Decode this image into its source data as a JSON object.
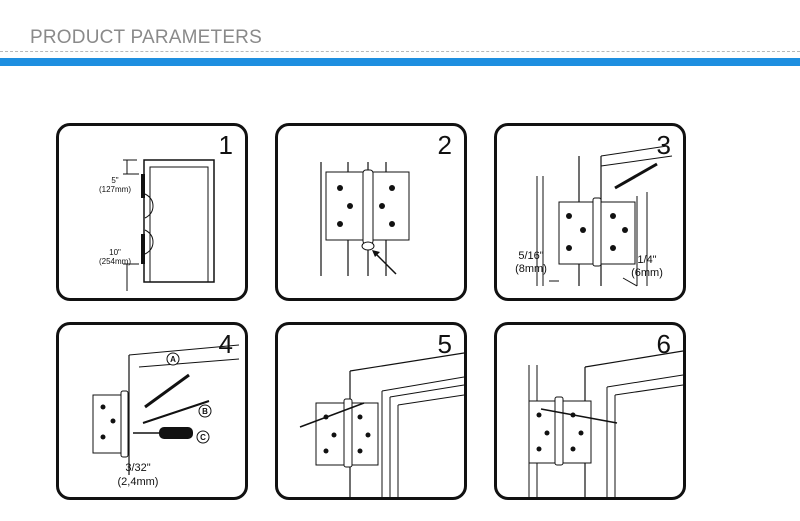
{
  "header": {
    "title": "PRODUCT PARAMETERS"
  },
  "colors": {
    "accent": "#1e8fe0",
    "line": "#111111",
    "title_gray": "#8a8a8a"
  },
  "steps": [
    {
      "number": "1",
      "dim_top": "5\"",
      "dim_top_mm": "(127mm)",
      "dim_bottom": "10\"",
      "dim_bottom_mm": "(254mm)"
    },
    {
      "number": "2"
    },
    {
      "number": "3",
      "dim_left": "5/16\"",
      "dim_left_mm": "(8mm)",
      "dim_right": "1/4\"",
      "dim_right_mm": "(6mm)"
    },
    {
      "number": "4",
      "label_a": "A",
      "label_b": "B",
      "label_c": "C",
      "dim": "3/32\"",
      "dim_mm": "(2,4mm)"
    },
    {
      "number": "5"
    },
    {
      "number": "6"
    }
  ]
}
